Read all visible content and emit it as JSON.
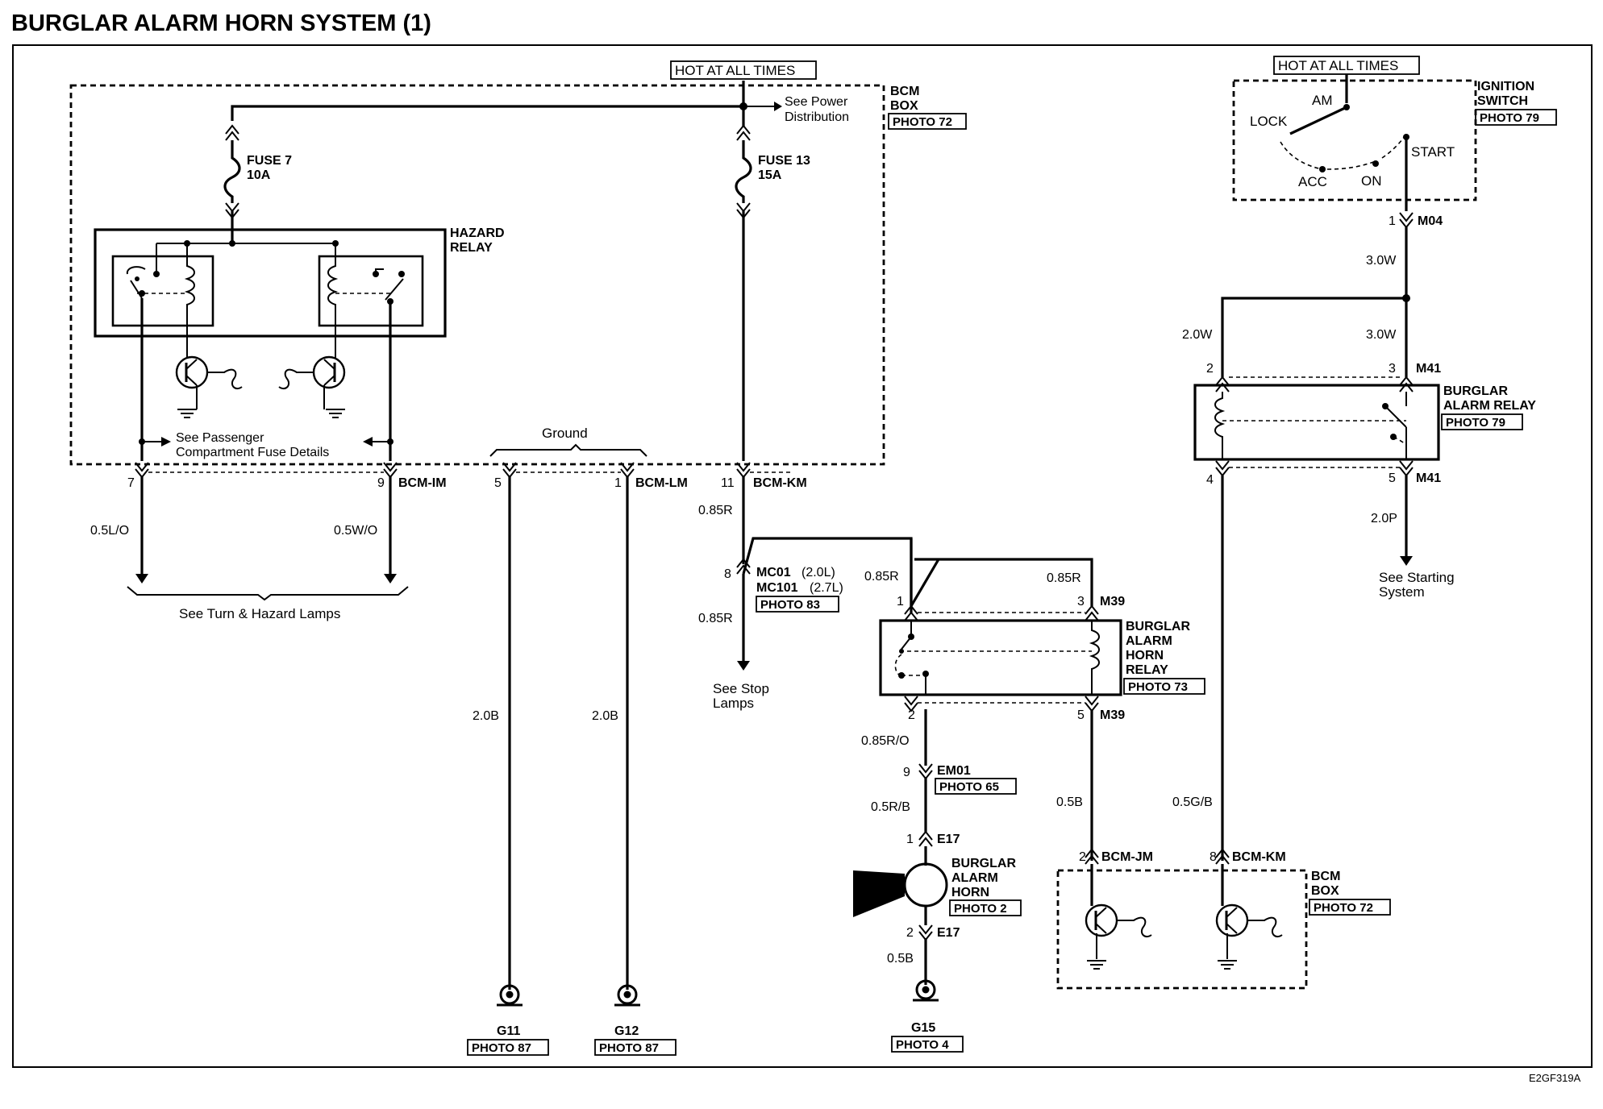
{
  "title": "BURGLAR ALARM HORN SYSTEM (1)",
  "figure_code": "E2GF319A",
  "labels": {
    "hot_left": "HOT AT ALL TIMES",
    "hot_right": "HOT AT ALL TIMES",
    "bcm_box_top_1": "BCM",
    "bcm_box_top_2": "BOX",
    "bcm_box_top_photo": "PHOTO 72",
    "see_power_1": "See Power",
    "see_power_2": "Distribution",
    "fuse7_name": "FUSE 7",
    "fuse7_rating": "10A",
    "fuse13_name": "FUSE 13",
    "fuse13_rating": "15A",
    "hazard_relay_1": "HAZARD",
    "hazard_relay_2": "RELAY",
    "see_passenger_1": "See Passenger",
    "see_passenger_2": "Compartment Fuse Details",
    "pin_7": "7",
    "pin_9": "9",
    "bcm_im": "BCM-IM",
    "wire_05lo": "0.5L/O",
    "wire_05wo": "0.5W/O",
    "see_turn": "See Turn & Hazard Lamps",
    "ground_label": "Ground",
    "pin_5_gnd": "5",
    "pin_1_gnd": "1",
    "bcm_lm": "BCM-LM",
    "wire_20b_1": "2.0B",
    "wire_20b_2": "2.0B",
    "g11": "G11",
    "g11_photo": "PHOTO 87",
    "g12": "G12",
    "g12_photo": "PHOTO 87",
    "pin_11": "11",
    "bcm_km_top": "BCM-KM",
    "wire_085r_1": "0.85R",
    "pin_8_mc": "8",
    "mc01": "MC01",
    "mc01_val": "(2.0L)",
    "mc101": "MC101",
    "mc101_val": "(2.7L)",
    "mc_photo": "PHOTO 83",
    "wire_085r_2": "0.85R",
    "see_stop_1": "See Stop",
    "see_stop_2": "Lamps",
    "wire_085r_3": "0.85R",
    "wire_085r_4": "0.85R",
    "m39_pin1": "1",
    "m39_pin3": "3",
    "m39_top": "M39",
    "bahr_1": "BURGLAR",
    "bahr_2": "ALARM",
    "bahr_3": "HORN",
    "bahr_4": "RELAY",
    "bahr_photo": "PHOTO 73",
    "m39_pin2": "2",
    "m39_pin5": "5",
    "m39_bottom": "M39",
    "wire_085ro": "0.85R/O",
    "em01_pin": "9",
    "em01": "EM01",
    "em01_photo": "PHOTO 65",
    "wire_05rb": "0.5R/B",
    "e17_pin1": "1",
    "e17_top": "E17",
    "horn_1": "BURGLAR",
    "horn_2": "ALARM",
    "horn_3": "HORN",
    "horn_photo": "PHOTO 2",
    "e17_pin2": "2",
    "e17_bottom": "E17",
    "wire_05b_horn": "0.5B",
    "g15": "G15",
    "g15_photo": "PHOTO 4",
    "wire_05b_jm": "0.5B",
    "wire_05gb": "0.5G/B",
    "jm_pin": "2",
    "bcm_jm": "BCM-JM",
    "km_pin": "8",
    "bcm_km_bottom": "BCM-KM",
    "bcm_box_bot_1": "BCM",
    "bcm_box_bot_2": "BOX",
    "bcm_box_bot_photo": "PHOTO 72",
    "ign_am": "AM",
    "ign_lock": "LOCK",
    "ign_acc": "ACC",
    "ign_on": "ON",
    "ign_start": "START",
    "ign_1": "IGNITION",
    "ign_2": "SWITCH",
    "ign_photo": "PHOTO 79",
    "m04_pin": "1",
    "m04": "M04",
    "wire_30w_1": "3.0W",
    "wire_20w": "2.0W",
    "wire_30w_2": "3.0W",
    "m41_pin2": "2",
    "m41_pin3": "3",
    "m41_top": "M41",
    "bar_1": "BURGLAR",
    "bar_2": "ALARM RELAY",
    "bar_photo": "PHOTO 79",
    "m41_pin4": "4",
    "m41_pin5": "5",
    "m41_bottom": "M41",
    "wire_20p": "2.0P",
    "see_start_1": "See Starting",
    "see_start_2": "System"
  }
}
